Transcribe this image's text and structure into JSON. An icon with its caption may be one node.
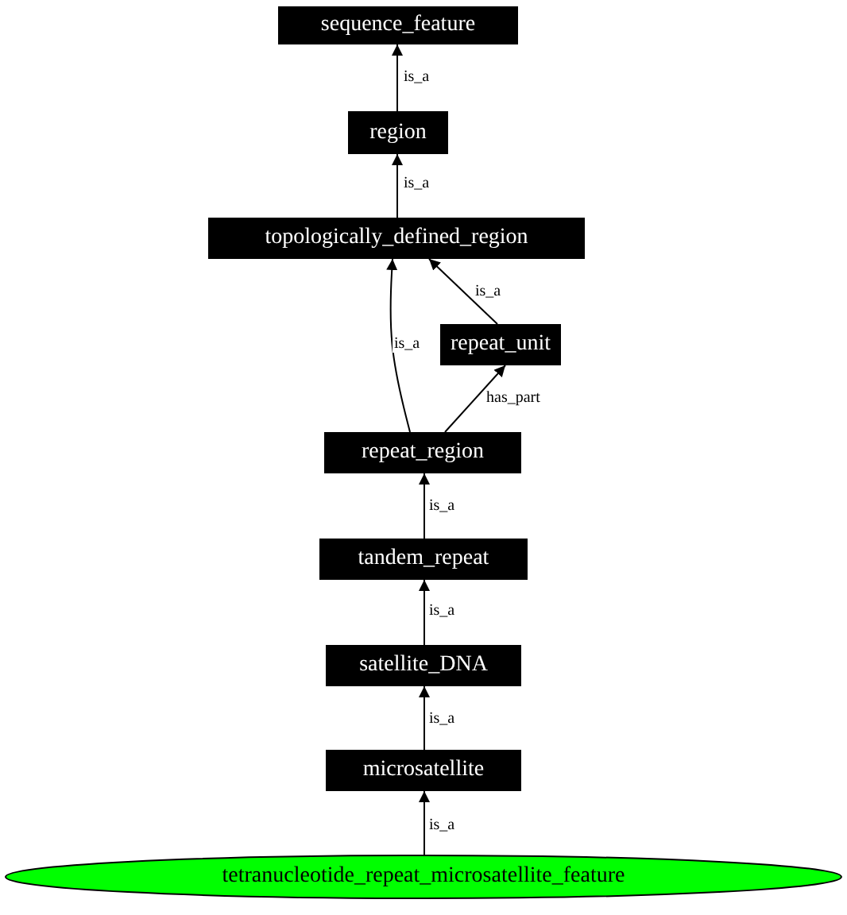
{
  "diagram": {
    "nodes": [
      {
        "text": [
          "sequence_feature"
        ]
      },
      {
        "text": [
          "region"
        ]
      },
      {
        "text": [
          "topologically_defined_region"
        ]
      },
      {
        "text": [
          "repeat_unit"
        ]
      },
      {
        "text": [
          "repeat_region"
        ]
      },
      {
        "text": [
          "tandem_repeat"
        ]
      },
      {
        "text": [
          "satellite_DNA"
        ]
      },
      {
        "text": [
          "microsatellite"
        ]
      },
      {
        "text": [
          "tetranucleotide_repeat_microsatellite_feature"
        ]
      }
    ],
    "edges": [
      {
        "from": 1,
        "to": 0,
        "arrow": "to",
        "label": "is_a"
      },
      {
        "from": 2,
        "to": 1,
        "arrow": "to",
        "label": "is_a"
      },
      {
        "from": 3,
        "to": 2,
        "arrow": "to",
        "label": "is_a"
      },
      {
        "from": 4,
        "to": 2,
        "arrow": "to",
        "label": "is_a"
      },
      {
        "from": 4,
        "to": 3,
        "arrow": "to",
        "label": "has_part"
      },
      {
        "from": 5,
        "to": 4,
        "arrow": "to",
        "label": "is_a"
      },
      {
        "from": 6,
        "to": 5,
        "arrow": "to",
        "label": "is_a"
      },
      {
        "from": 7,
        "to": 6,
        "arrow": "to",
        "label": "is_a"
      },
      {
        "from": 8,
        "to": 7,
        "arrow": "to",
        "label": "is_a"
      }
    ]
  }
}
